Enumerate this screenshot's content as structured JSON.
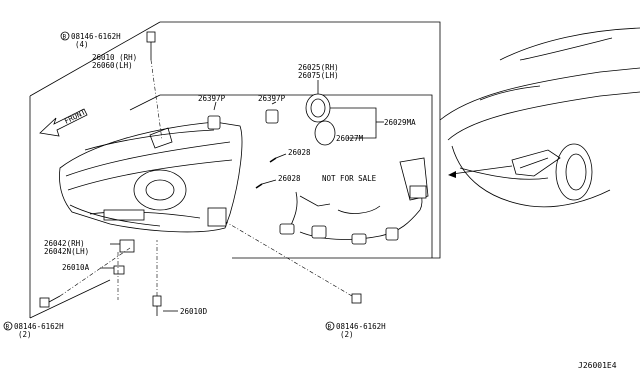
{
  "callouts": {
    "bolt_top": "08146-6162H",
    "bolt_top_qty": "(4)",
    "housing_rh": "26010 (RH)",
    "housing_lh": "26060(LH)",
    "cap_rh": "26025(RH)",
    "cap_lh": "26075(LH)",
    "cap_assy": "26029MA",
    "gasket": "26027M",
    "bulb_a": "26397P",
    "bulb_b": "26397P",
    "lamp_a": "26028",
    "lamp_b": "26028",
    "harness_note": "NOT FOR SALE",
    "actuator_rh": "26042(RH)",
    "actuator_lh": "26042N(LH)",
    "bracket": "26010A",
    "screw": "26010D",
    "bolt_left": "08146-6162H",
    "bolt_left_qty": "(2)",
    "bolt_right": "08146-6162H",
    "bolt_right_qty": "(2)",
    "circle_b": "B",
    "front_label": "FRONT"
  },
  "diagram_id": "J26001E4"
}
